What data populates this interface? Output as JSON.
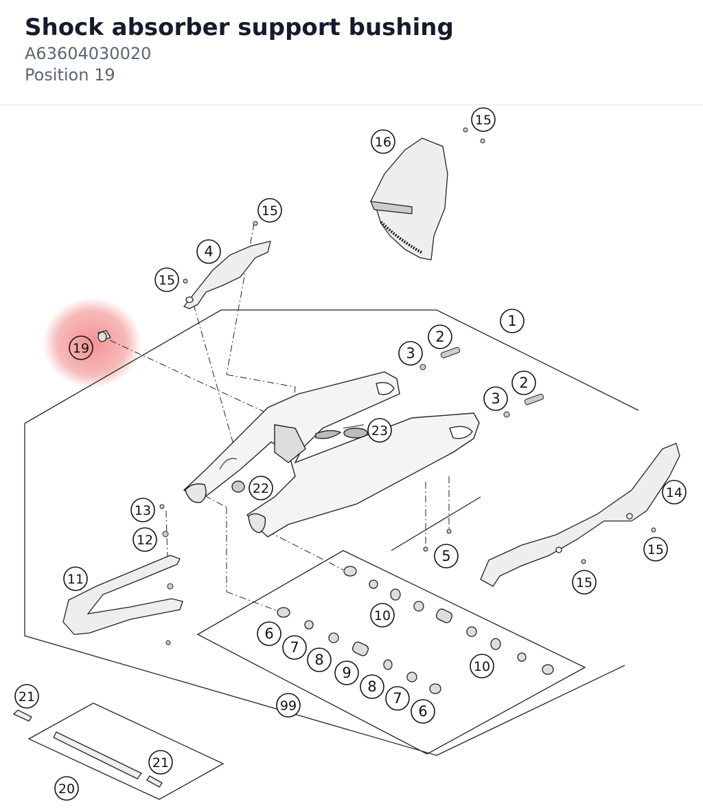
{
  "part": {
    "title": "Shock absorber support bushing",
    "number": "A63604030020",
    "position": "Position 19"
  },
  "diagram": {
    "highlight_color": "#f08080",
    "callouts": [
      {
        "label": "1"
      },
      {
        "label": "2"
      },
      {
        "label": "3"
      },
      {
        "label": "2"
      },
      {
        "label": "3"
      },
      {
        "label": "4"
      },
      {
        "label": "5"
      },
      {
        "label": "6"
      },
      {
        "label": "7"
      },
      {
        "label": "8"
      },
      {
        "label": "9"
      },
      {
        "label": "8"
      },
      {
        "label": "7"
      },
      {
        "label": "6"
      },
      {
        "label": "10"
      },
      {
        "label": "10"
      },
      {
        "label": "11"
      },
      {
        "label": "12"
      },
      {
        "label": "13"
      },
      {
        "label": "14"
      },
      {
        "label": "15"
      },
      {
        "label": "15"
      },
      {
        "label": "15"
      },
      {
        "label": "15"
      },
      {
        "label": "15"
      },
      {
        "label": "16"
      },
      {
        "label": "19"
      },
      {
        "label": "20"
      },
      {
        "label": "21"
      },
      {
        "label": "21"
      },
      {
        "label": "22"
      },
      {
        "label": "23"
      },
      {
        "label": "99"
      }
    ]
  }
}
